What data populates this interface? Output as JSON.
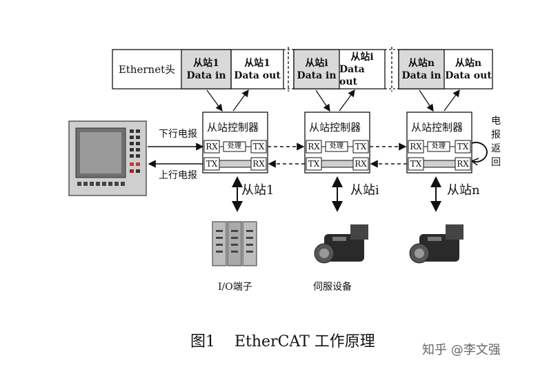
{
  "frame": {
    "header": "Ethernet头",
    "slot1": {
      "in_top": "从站1",
      "in_bottom": "Data in",
      "out_top": "从站1",
      "out_bottom": "Data out"
    },
    "slot2": {
      "in_top": "从站i",
      "in_bottom": "Data in",
      "out_top": "从站i",
      "out_bottom": "Data out"
    },
    "slot3": {
      "in_top": "从站n",
      "in_bottom": "Data in",
      "out_top": "从站n",
      "out_bottom": "Data out"
    }
  },
  "controller": {
    "title": "从站控制器",
    "rx": "RX",
    "tx": "TX",
    "process": "处理"
  },
  "stations": {
    "s1": "从站1",
    "si": "从站i",
    "sn": "从站n"
  },
  "labels": {
    "downstream": "下行电报",
    "upstream": "上行电报",
    "return": "电报返回"
  },
  "devices": {
    "io": "I/O端子",
    "servo": "伺服设备"
  },
  "caption": "图1    EtherCAT 工作原理",
  "watermark": "知乎 @李文强"
}
